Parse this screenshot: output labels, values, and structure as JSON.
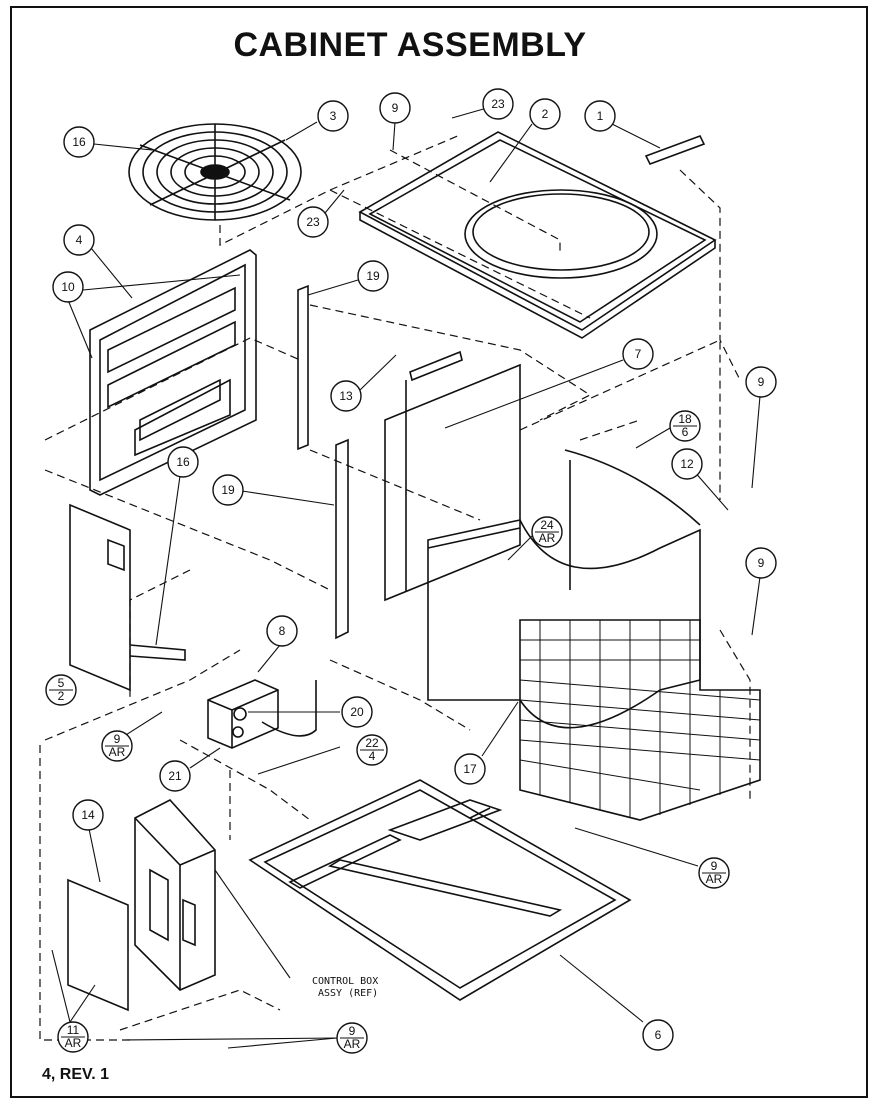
{
  "title": "CABINET ASSEMBLY",
  "footer": "4, REV. 1",
  "note": {
    "line1": "CONTROL BOX",
    "line2": "ASSY (REF)"
  },
  "callouts": [
    {
      "id": "c-1",
      "top": "1"
    },
    {
      "id": "c-2",
      "top": "2"
    },
    {
      "id": "c-3",
      "top": "3"
    },
    {
      "id": "c-16a",
      "top": "16"
    },
    {
      "id": "c-9a",
      "top": "9"
    },
    {
      "id": "c-23a",
      "top": "23"
    },
    {
      "id": "c-23b",
      "top": "23"
    },
    {
      "id": "c-4",
      "top": "4"
    },
    {
      "id": "c-10",
      "top": "10"
    },
    {
      "id": "c-19a",
      "top": "19"
    },
    {
      "id": "c-7",
      "top": "7"
    },
    {
      "id": "c-13",
      "top": "13"
    },
    {
      "id": "c-9b",
      "top": "9"
    },
    {
      "id": "c-18-6",
      "top": "18",
      "bottom": "6"
    },
    {
      "id": "c-12",
      "top": "12"
    },
    {
      "id": "c-16b",
      "top": "16"
    },
    {
      "id": "c-19b",
      "top": "19"
    },
    {
      "id": "c-24-ar",
      "top": "24",
      "bottom": "AR"
    },
    {
      "id": "c-9c",
      "top": "9"
    },
    {
      "id": "c-5-2",
      "top": "5",
      "bottom": "2"
    },
    {
      "id": "c-8",
      "top": "8"
    },
    {
      "id": "c-20",
      "top": "20"
    },
    {
      "id": "c-9-ar-a",
      "top": "9",
      "bottom": "AR"
    },
    {
      "id": "c-22-4",
      "top": "22",
      "bottom": "4"
    },
    {
      "id": "c-17",
      "top": "17"
    },
    {
      "id": "c-21",
      "top": "21"
    },
    {
      "id": "c-14",
      "top": "14"
    },
    {
      "id": "c-9-ar-b",
      "top": "9",
      "bottom": "AR"
    },
    {
      "id": "c-11-ar",
      "top": "11",
      "bottom": "AR"
    },
    {
      "id": "c-9-ar-c",
      "top": "9",
      "bottom": "AR"
    },
    {
      "id": "c-6",
      "top": "6"
    }
  ]
}
